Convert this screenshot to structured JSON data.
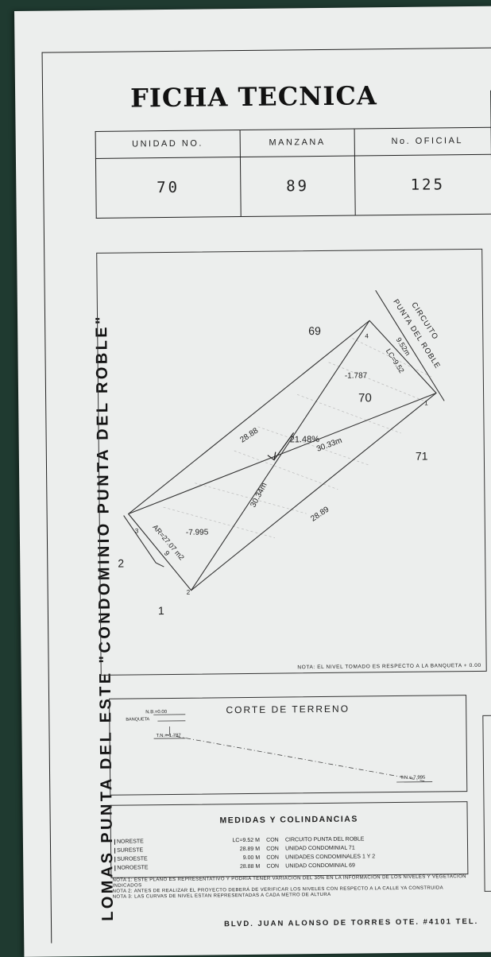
{
  "side_title": "LOMAS PUNTA DEL ESTE \"CONDOMINIO PUNTA DEL ROBLE\"",
  "title": "FICHA TECNICA",
  "info": {
    "unidad_label": "UNIDAD NO.",
    "manzana_label": "MANZANA",
    "oficial_label": "No. OFICIAL",
    "unidad_value": "70",
    "manzana_value": "89",
    "oficial_value": "125"
  },
  "plan": {
    "lot_label": "70",
    "neighbor_69": "69",
    "neighbor_71": "71",
    "neighbor_2": "2",
    "neighbor_1": "1",
    "street_line1": "CIRCUITO",
    "street_line2": "PUNTA DEL ROBLE",
    "v1": "1",
    "v2": "2",
    "v3": "3",
    "v4": "4",
    "front_dim": "9.52m",
    "lc": "LC=9.52",
    "dim_left": "28.88",
    "dim_right": "28.89",
    "diag1": "30.33m",
    "diag2": "30.34m",
    "slope": "21.48%",
    "level_top": "-1.787",
    "level_bottom": "-7.995",
    "area": "AR=27.07 m2",
    "back_dim": "9",
    "nota": "NOTA: EL NIVEL TOMADO ES RESPECTO A LA BANQUETA + 0.00"
  },
  "corte": {
    "title": "CORTE DE TERRENO",
    "nb": "N.B.=0.00",
    "banqueta": "BANQUETA",
    "tn1": "T.N.=-1.787",
    "tn2": "T.N.=-7.995"
  },
  "medidas": {
    "title": "MEDIDAS Y COLINDANCIAS",
    "rows": [
      {
        "dir": "NORESTE",
        "val": "LC=9.52 M",
        "con": "CON",
        "col": "CIRCUITO PUNTA DEL ROBLE"
      },
      {
        "dir": "SURESTE",
        "val": "28.89 M",
        "con": "CON",
        "col": "UNIDAD CONDOMINIAL 71"
      },
      {
        "dir": "SUROESTE",
        "val": "9.00 M",
        "con": "CON",
        "col": "UNIDADES CONDOMINALES 1 Y 2"
      },
      {
        "dir": "NOROESTE",
        "val": "28.88 M",
        "con": "CON",
        "col": "UNIDAD CONDOMINIAL 69"
      }
    ]
  },
  "notas": [
    "NOTA 1: ESTE PLANO ES REPRESENTATIVO Y PODRIA TENER VARIACION DEL 30% EN LA INFORMACION DE LOS NIVELES Y VEGETACION INDICADOS",
    "NOTA 2: ANTES DE REALIZAR EL PROYECTO DEBERÁ DE VERIFICAR LOS NIVELES CON RESPECTO A LA CALLE YA CONSTRUIDA",
    "NOTA 3: LAS CURVAS DE NIVEL ESTAN REPRESENTADAS A CADA METRO DE ALTURA"
  ],
  "footer": "BLVD. JUAN ALONSO DE TORRES OTE. #4101 TEL."
}
